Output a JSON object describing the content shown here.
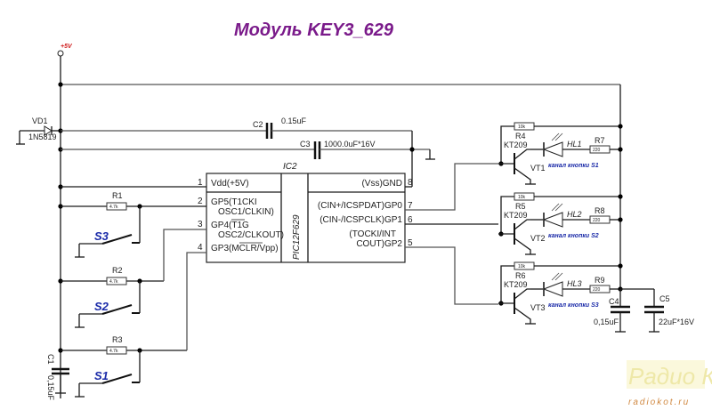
{
  "title": "Модуль KEY3_629",
  "power": {
    "label": "+5V"
  },
  "diode": {
    "ref": "VD1",
    "part": "1N5819"
  },
  "capacitors": {
    "C1": {
      "ref": "C1",
      "value": "0,15uF"
    },
    "C2": {
      "ref": "C2",
      "value": "0.15uF"
    },
    "C3": {
      "ref": "C3",
      "value": "1000.0uF*16V"
    },
    "C4": {
      "ref": "C4",
      "value": "0,15uF"
    },
    "C5": {
      "ref": "C5",
      "value": "22uF*16V"
    }
  },
  "resistors": {
    "R1": {
      "ref": "R1",
      "value": "4.7k"
    },
    "R2": {
      "ref": "R2",
      "value": "4.7k"
    },
    "R3": {
      "ref": "R3",
      "value": "4.7k"
    },
    "R4": {
      "ref": "R4",
      "value": "10k"
    },
    "R5": {
      "ref": "R5",
      "value": "10k"
    },
    "R6": {
      "ref": "R6",
      "value": "10k"
    },
    "R7": {
      "ref": "R7",
      "value": "220"
    },
    "R8": {
      "ref": "R8",
      "value": "220"
    },
    "R9": {
      "ref": "R9",
      "value": "220"
    }
  },
  "switches": {
    "S1": "S1",
    "S2": "S2",
    "S3": "S3"
  },
  "ic": {
    "ref": "IC2",
    "part": "PIC12F629",
    "left_pins": [
      {
        "num": "1",
        "line1": "Vdd(+5V)",
        "line2": ""
      },
      {
        "num": "2",
        "line1": "GP5(T1CKI",
        "line2": "OSC1/CLKIN)"
      },
      {
        "num": "3",
        "line1": "GP4(T1G",
        "line2": "OSC2/CLKOUT)"
      },
      {
        "num": "4",
        "line1": "GP3(MCLR/Vpp)",
        "line2": ""
      }
    ],
    "right_pins": [
      {
        "num": "8",
        "line1": "(Vss)GND",
        "line2": ""
      },
      {
        "num": "7",
        "line1": "(CIN+/ICSPDAT)GP0",
        "line2": ""
      },
      {
        "num": "6",
        "line1": "(CIN-/ICSPCLK)GP1",
        "line2": ""
      },
      {
        "num": "5",
        "line1": "(TOCKI/INT",
        "line2": "COUT)GP2"
      }
    ]
  },
  "channels": [
    {
      "transistor": "VT1",
      "type": "KT209",
      "led": "HL1",
      "label": "канал кнопки S1"
    },
    {
      "transistor": "VT2",
      "type": "KT209",
      "led": "HL2",
      "label": "канал кнопки S2"
    },
    {
      "transistor": "VT3",
      "type": "KT209",
      "led": "HL3",
      "label": "канал кнопки S3"
    }
  ],
  "watermark": {
    "line1": "Радио КОТ",
    "line2": "radiokot.ru"
  }
}
